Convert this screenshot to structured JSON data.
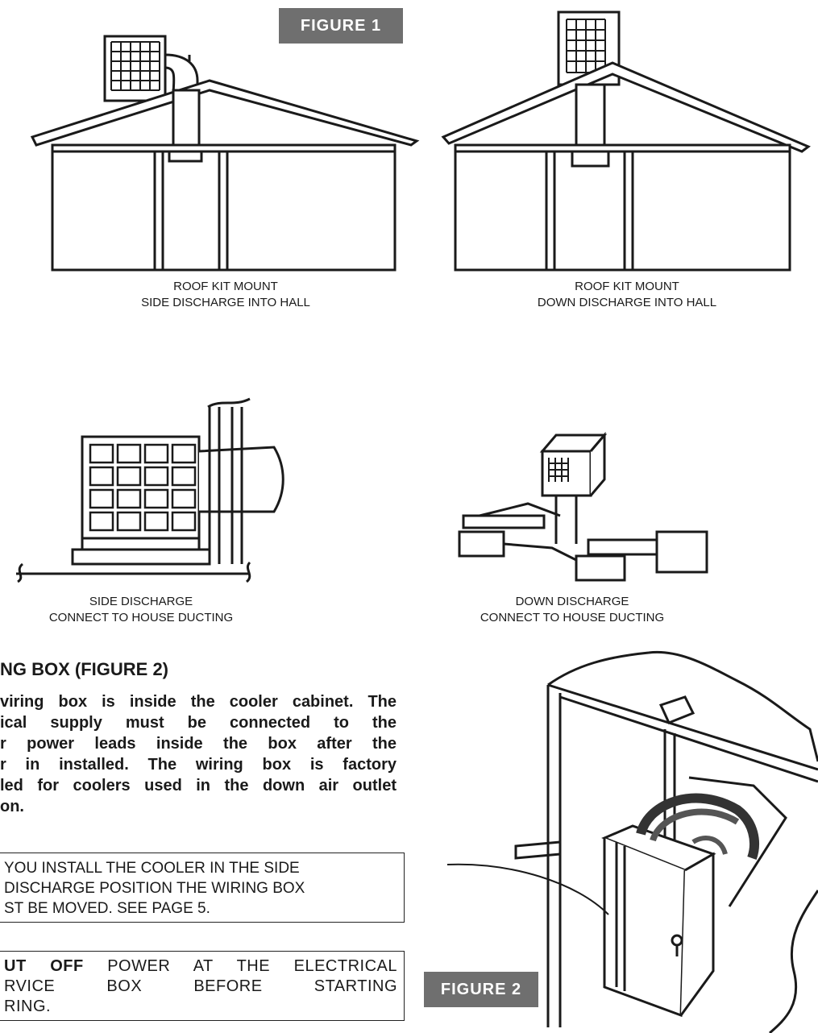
{
  "figure1": {
    "badge": "FIGURE 1",
    "panels": [
      {
        "caption_line1": "ROOF KIT MOUNT",
        "caption_line2": "SIDE DISCHARGE INTO HALL"
      },
      {
        "caption_line1": "ROOF KIT MOUNT",
        "caption_line2": "DOWN DISCHARGE INTO HALL"
      },
      {
        "caption_line1": "SIDE DISCHARGE",
        "caption_line2": "CONNECT TO HOUSE DUCTING"
      },
      {
        "caption_line1": "DOWN DISCHARGE",
        "caption_line2": "CONNECT TO HOUSE DUCTING"
      }
    ]
  },
  "section": {
    "heading": "NG BOX (FIGURE 2)",
    "body_lines": [
      "viring box is inside the cooler cabinet. The",
      "ical supply must be connected to the",
      "r power leads inside the box after the",
      "r in installed. The wiring box is factory",
      "led for coolers used in the down air outlet",
      "on."
    ],
    "note1_lines": [
      "YOU INSTALL THE COOLER IN THE SIDE",
      "DISCHARGE POSITION THE WIRING BOX",
      "ST BE MOVED. SEE PAGE 5."
    ],
    "note2_bold": "UT OFF",
    "note2_line1_rest": " POWER AT THE ELECTRICAL",
    "note2_line2": "RVICE BOX BEFORE STARTING",
    "note2_line3": "RING."
  },
  "figure2": {
    "badge": "FIGURE 2"
  }
}
